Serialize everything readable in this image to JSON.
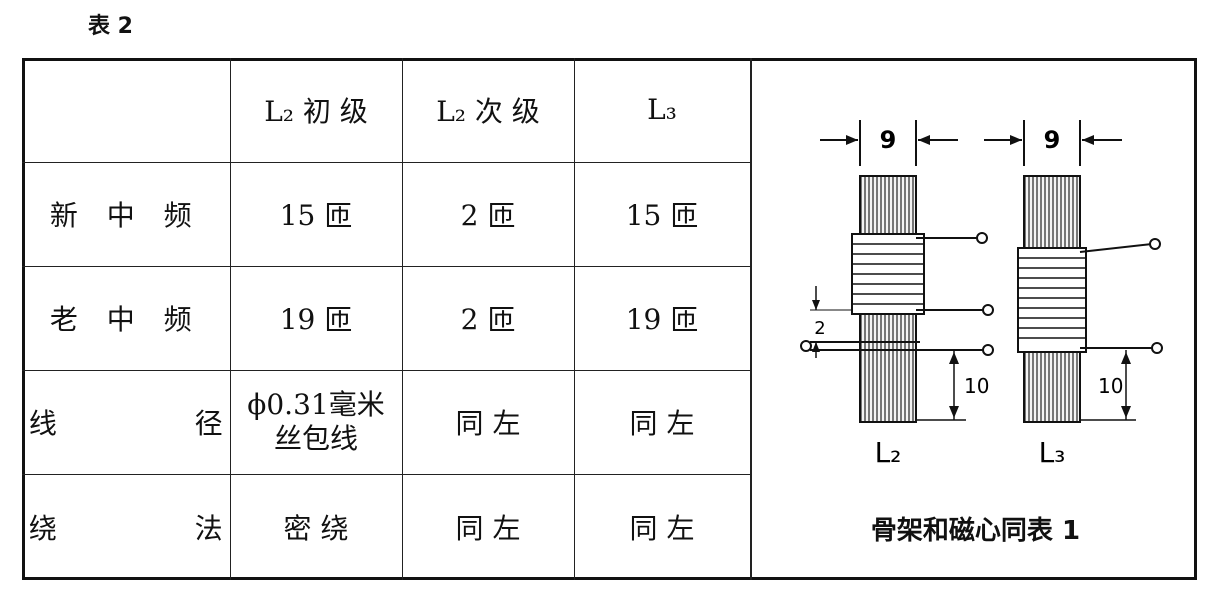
{
  "caption": "表 2",
  "table": {
    "headers": [
      "",
      "L₂ 初 级",
      "L₂ 次 级",
      "L₃"
    ],
    "rows": [
      {
        "label": "新 中 频",
        "cells": [
          "15  匝",
          "2  匝",
          "15  匝"
        ]
      },
      {
        "label": "老 中 频",
        "cells": [
          "19  匝",
          "2  匝",
          "19  匝"
        ]
      },
      {
        "label": "线  径",
        "cells": [
          "ϕ0.31毫米\n丝包线",
          "同  左",
          "同  左"
        ]
      },
      {
        "label": "绕  法",
        "cells": [
          "密  绕",
          "同  左",
          "同  左"
        ]
      }
    ]
  },
  "figure": {
    "dim_width_left": "9",
    "dim_width_right": "9",
    "dim_gap": "2",
    "dim_height_left": "10",
    "dim_height_right": "10",
    "label_left": "L₂",
    "label_right": "L₃",
    "caption": "骨架和磁心同表 1"
  }
}
